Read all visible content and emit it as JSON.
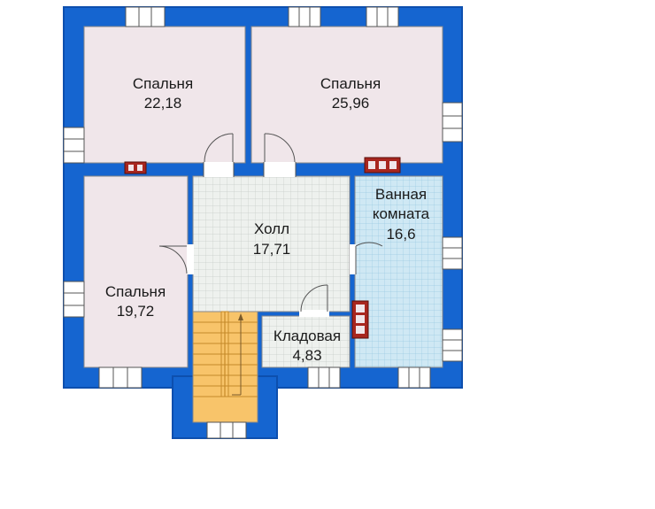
{
  "rooms": {
    "bedroom_1": {
      "name": "Спальня",
      "area": "22,18"
    },
    "bedroom_2": {
      "name": "Спальня",
      "area": "25,96"
    },
    "bedroom_3": {
      "name": "Спальня",
      "area": "19,72"
    },
    "hall": {
      "name": "Холл",
      "area": "17,71"
    },
    "bathroom": {
      "name_line1": "Ванная",
      "name_line2": "комната",
      "area": "16,6"
    },
    "storage": {
      "name": "Кладовая",
      "area": "4,83"
    }
  },
  "colors": {
    "wall": "#1565d0",
    "wall_dark": "#0d4fae",
    "bedroom_floor": "#f0e6ea",
    "hall_floor": "#eef1ee",
    "hall_grid": "#c6ccc8",
    "bath_floor": "#cfe8f4",
    "bath_grid": "#9ccbe2",
    "stair_fill": "#f8c46a",
    "stair_line": "#c58a2a",
    "chimney": "#a8261f"
  }
}
